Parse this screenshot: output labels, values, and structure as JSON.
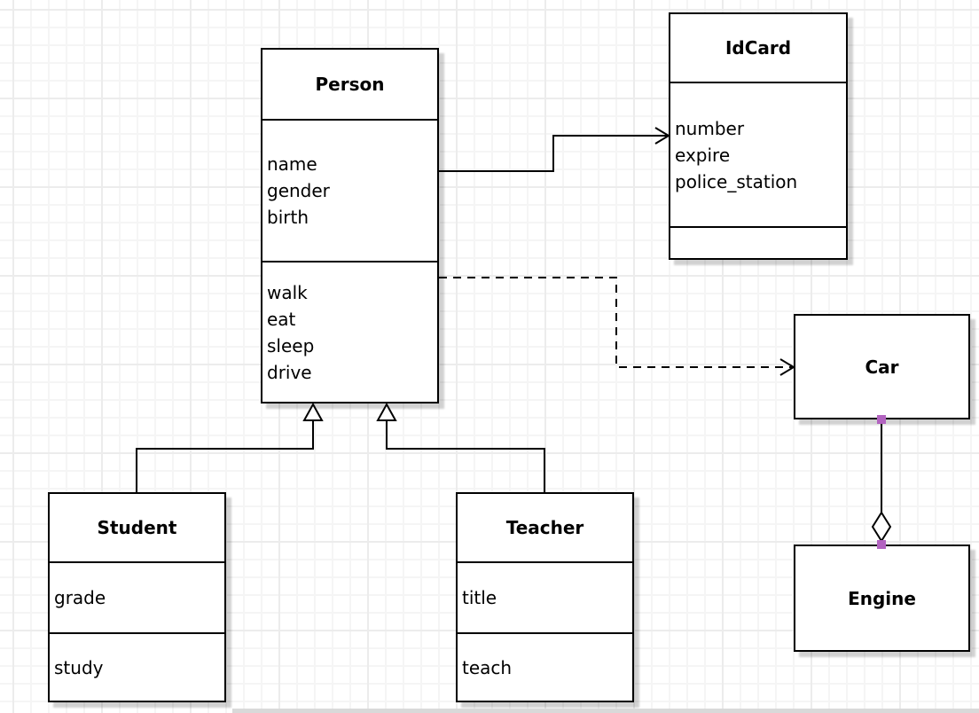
{
  "diagram": {
    "type": "uml-class-diagram",
    "classes": [
      {
        "name": "Person",
        "attributes": [
          "name",
          "gender",
          "birth"
        ],
        "methods": [
          "walk",
          "eat",
          "sleep",
          "drive"
        ]
      },
      {
        "name": "IdCard",
        "attributes": [
          "number",
          "expire",
          "police_station"
        ],
        "methods": []
      },
      {
        "name": "Car",
        "attributes": [],
        "methods": []
      },
      {
        "name": "Engine",
        "attributes": [],
        "methods": []
      },
      {
        "name": "Student",
        "attributes": [
          "grade"
        ],
        "methods": [
          "study"
        ]
      },
      {
        "name": "Teacher",
        "attributes": [
          "title"
        ],
        "methods": [
          "teach"
        ]
      }
    ],
    "relationships": [
      {
        "type": "association",
        "from": "Person",
        "to": "IdCard",
        "line": "solid",
        "arrow": "open"
      },
      {
        "type": "dependency",
        "from": "Person",
        "to": "Car",
        "line": "dashed",
        "arrow": "open"
      },
      {
        "type": "generalization",
        "from": "Student",
        "to": "Person",
        "line": "solid",
        "arrow": "hollow-triangle"
      },
      {
        "type": "generalization",
        "from": "Teacher",
        "to": "Person",
        "line": "solid",
        "arrow": "hollow-triangle"
      },
      {
        "type": "aggregation",
        "from": "Car",
        "to": "Engine",
        "line": "solid",
        "arrow": "hollow-diamond"
      }
    ],
    "colors": {
      "stroke": "#000000",
      "box_fill": "#ffffff",
      "endpoint_handle": "#b263c0",
      "grid_line": "#f4f4f4",
      "shadow": "#c9c9c9"
    }
  }
}
